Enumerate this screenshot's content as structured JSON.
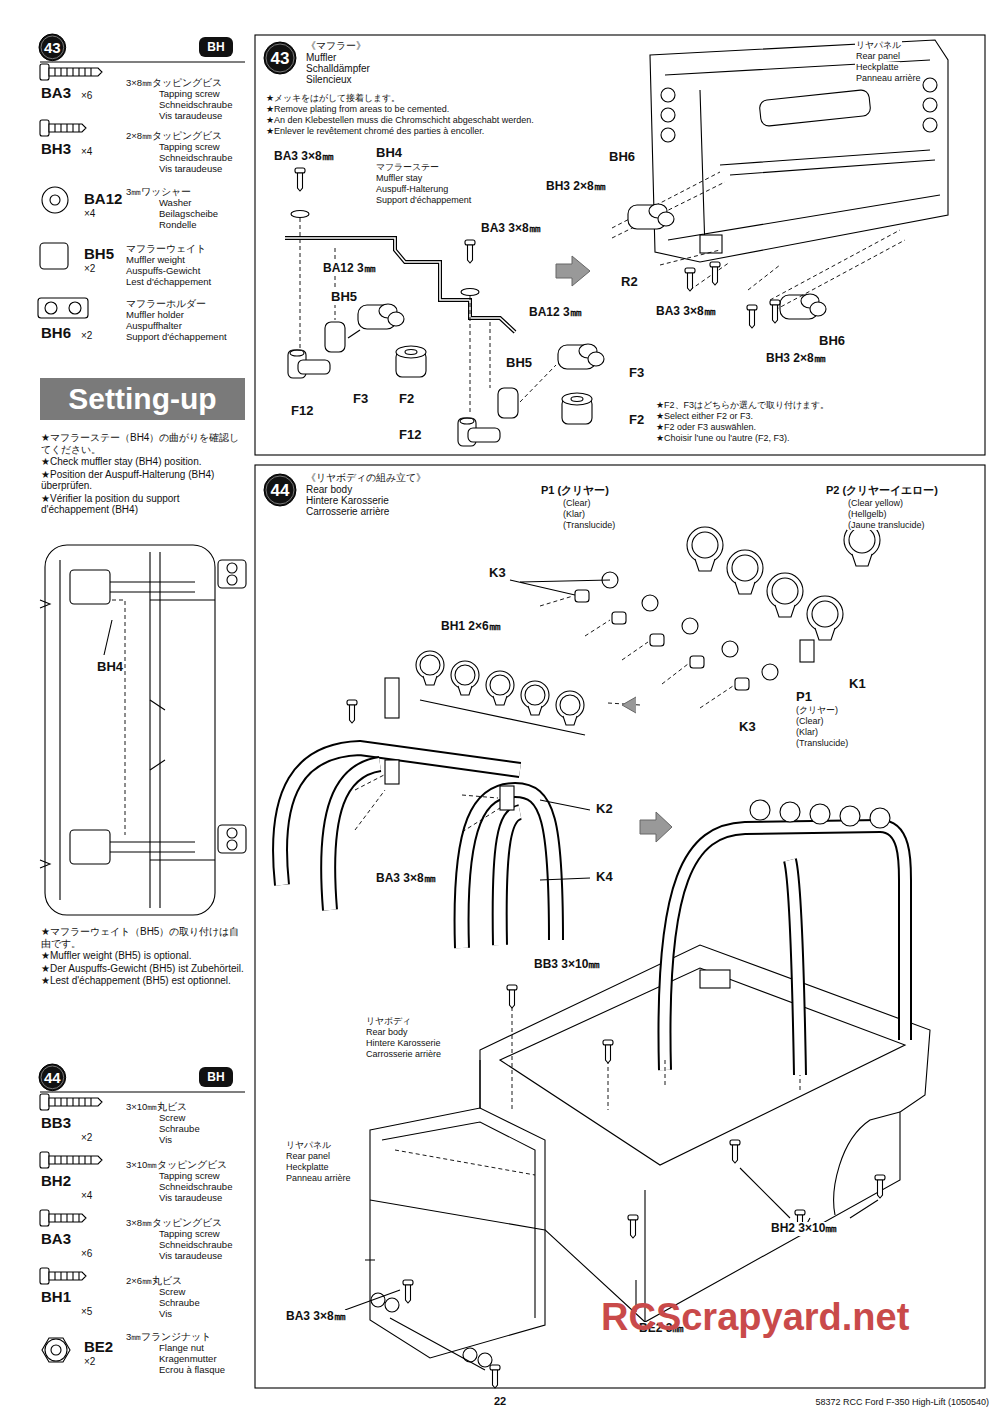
{
  "diagram": {
    "nodes": [
      {
        "text": [
          "43"
        ]
      },
      {
        "text": [
          "BH"
        ]
      },
      {
        "text": [
          "Setting-up"
        ]
      },
      {
        "text": [
          "44"
        ]
      },
      {
        "text": [
          "BH"
        ]
      },
      {
        "text": [
          "43"
        ]
      },
      {
        "text": [
          "44"
        ]
      }
    ],
    "labels": [
      "BA3",
      "×6",
      "3×8㎜タッピングビス",
      "Tapping screw",
      "Schneidschraube",
      "Vis taraudeuse",
      "BH3",
      "×4",
      "2×8㎜タッピングビス",
      "Tapping screw",
      "Schneidschraube",
      "Vis taraudeuse",
      "BA12",
      "×4",
      "3㎜ワッシャー",
      "Washer",
      "Beilagscheibe",
      "Rondelle",
      "BH5",
      "×2",
      "マフラーウェイト",
      "Muffler weight",
      "Auspuffs-Gewicht",
      "Lest d'échappement",
      "BH6",
      "×2",
      "マフラーホルダー",
      "Muffler holder",
      "Auspuffhalter",
      "Support d'échappement",
      "★マフラーステー（BH4）の曲がりを確認してください。",
      "★Check muffler stay (BH4) position.",
      "★Position der Auspuff-Halterung (BH4) überprüfen.",
      "★Vérifier la position du support d'échappement (BH4)",
      "BH4",
      "★マフラーウェイト（BH5）の取り付けは自由です。",
      "★Muffler weight (BH5) is optional.",
      "★Der Auspuffs-Gewicht (BH5) ist Zubehörteil.",
      "★Lest d'échappement (BH5) est optionnel.",
      "BB3",
      "×2",
      "3×10㎜丸ビス",
      "Screw",
      "Schraube",
      "Vis",
      "BH2",
      "×4",
      "3×10㎜タッピングビス",
      "Tapping screw",
      "Schneidschraube",
      "Vis taraudeuse",
      "BA3",
      "×6",
      "3×8㎜タッピングビス",
      "Tapping screw",
      "Schneidschraube",
      "Vis taraudeuse",
      "BH1",
      "×5",
      "2×6㎜丸ビス",
      "Screw",
      "Schraube",
      "Vis",
      "BE2",
      "×2",
      "3㎜フランジナット",
      "Flange nut",
      "Kragenmutter",
      "Ecrou à flasque",
      "《マフラー》",
      "Muffler",
      "Schalldämpfer",
      "Silencieux",
      "★メッキをはがして接着します。",
      "★Remove plating from areas to be cemented.",
      "★An den Klebestellen muss die Chromschicht abgeschabt werden.",
      "★Enlever le revêtement chromé des parties à encoller.",
      "BA3 3×8㎜",
      "BH4",
      "マフラーステー",
      "Muffler stay",
      "Auspuff-Halterung",
      "Support d'échappement",
      "BA3 3×8㎜",
      "BA12 3㎜",
      "BH5",
      "F3",
      "F2",
      "F12",
      "BA12 3㎜",
      "BH5",
      "F3",
      "F2",
      "F12",
      "BH6",
      "BH3 2×8㎜",
      "R2",
      "BA3 3×8㎜",
      "BH3 2×8㎜",
      "BH6",
      "リヤパネル",
      "Rear panel",
      "Heckplatte",
      "Panneau arrière",
      "★F2、F3はどちらか選んで取り付けます。",
      "★Select either F2 or F3.",
      "★F2 oder F3 auswählen.",
      "★Choisir l'une ou l'autre (F2, F3).",
      "《リヤボディの組み立て》",
      "Rear body",
      "Hintere Karosserie",
      "Carrosserie arrière",
      "P1 (クリヤー)",
      "(Clear)",
      "(Klar)",
      "(Translucide)",
      "P2 (クリヤーイエロー)",
      "(Clear yellow)",
      "(Hellgelb)",
      "(Jaune translucide)",
      "K3",
      "BH1 2×6㎜",
      "K1",
      "P1",
      "(クリヤー)",
      "(Clear)",
      "(Klar)",
      "(Translucide)",
      "K3",
      "K2",
      "BA3 3×8㎜",
      "K4",
      "BB3 3×10㎜",
      "リヤボディ",
      "Rear body",
      "Hintere Karosserie",
      "Carrosserie arrière",
      "リヤパネル",
      "Rear panel",
      "Heckplatte",
      "Panneau arrière",
      "BH2 3×10㎜",
      "BA3 3×8㎜",
      "BE2 3㎜",
      "22",
      "58372 RCC Ford F-350 High-Lift (1050540)",
      "RCScrapyard.net"
    ]
  }
}
